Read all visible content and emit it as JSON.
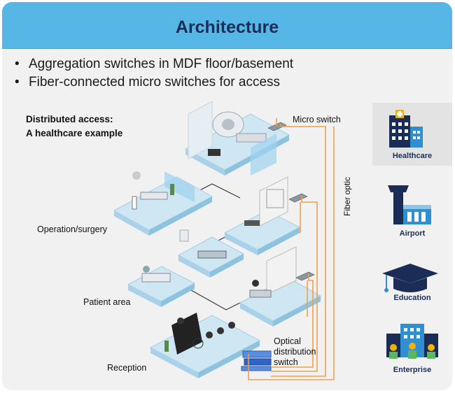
{
  "title": "Architecture",
  "bullets": [
    "Aggregation switches in MDF floor/basement",
    "Fiber-connected micro switches for access"
  ],
  "subtitle": [
    "Distributed access:",
    "A healthcare example"
  ],
  "labels": {
    "micro_switch": "Micro switch",
    "fiber_optic": "Fiber optic",
    "operation": "Operation/surgery",
    "patient": "Patient area",
    "reception": "Reception",
    "optical": [
      "Optical",
      "distribution",
      "switch"
    ]
  },
  "verticals": [
    {
      "label": "Healthcare",
      "icon": "hospital-icon",
      "selected": true
    },
    {
      "label": "Airport",
      "icon": "airport-tower-icon",
      "selected": false
    },
    {
      "label": "Education",
      "icon": "graduation-cap-icon",
      "selected": false
    },
    {
      "label": "Enterprise",
      "icon": "office-people-icon",
      "selected": false
    }
  ],
  "colors": {
    "header": "#56b7e6",
    "title": "#1b2d57",
    "fiber": "#f0a04b",
    "icon": "#1b2d57",
    "floor": "#cfe6f3"
  }
}
